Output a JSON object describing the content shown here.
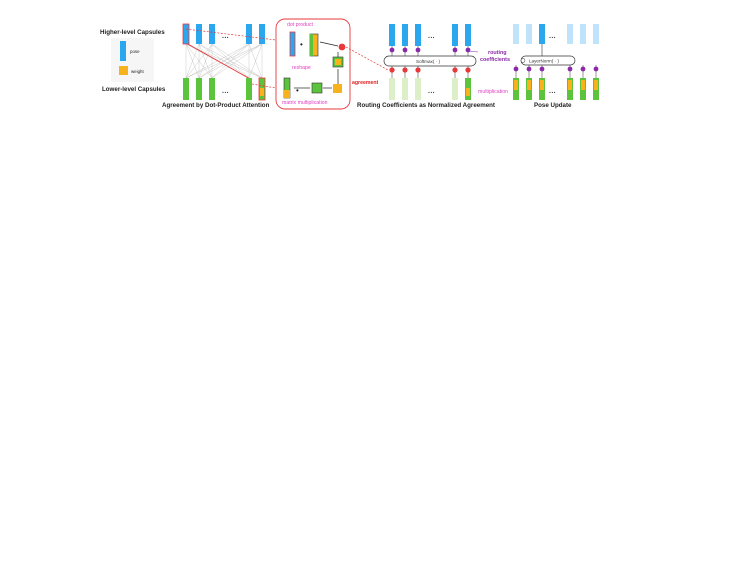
{
  "legend": {
    "higher_label": "Higher-level Capsules",
    "lower_label": "Lower-level Capsules",
    "pose_label": "pose",
    "weight_label": "weight"
  },
  "panel1": {
    "caption": "Agreement by Dot-Product Attention",
    "ellipsis": "···"
  },
  "inset": {
    "dot_product_label": "dot product",
    "reshape_label": "reshape",
    "matmul_label": "matrix multiplication",
    "agreement_label": "agreement"
  },
  "panel2": {
    "caption": "Routing Coefficients as Normalized Agreement",
    "softmax_label": "Softmax( · )",
    "routing_label_1": "routing",
    "routing_label_2": "coefficients",
    "multiplication_label": "multiplication",
    "ellipsis": "···"
  },
  "panel3": {
    "caption": "Pose Update",
    "layernorm_label": "LayerNorm( · )",
    "ellipsis": "···"
  },
  "colors": {
    "pose_blue": "#2aa7ee",
    "pose_blue_faded": "#bfe3fa",
    "weight_orange": "#f7b21c",
    "capsule_green": "#5cc43c",
    "capsule_green_faded": "#dcefc8",
    "accent_red": "#e8383a",
    "accent_pink": "#e040c0",
    "node_purple": "#8a2aa8",
    "line_gray": "#bdbdbd"
  }
}
